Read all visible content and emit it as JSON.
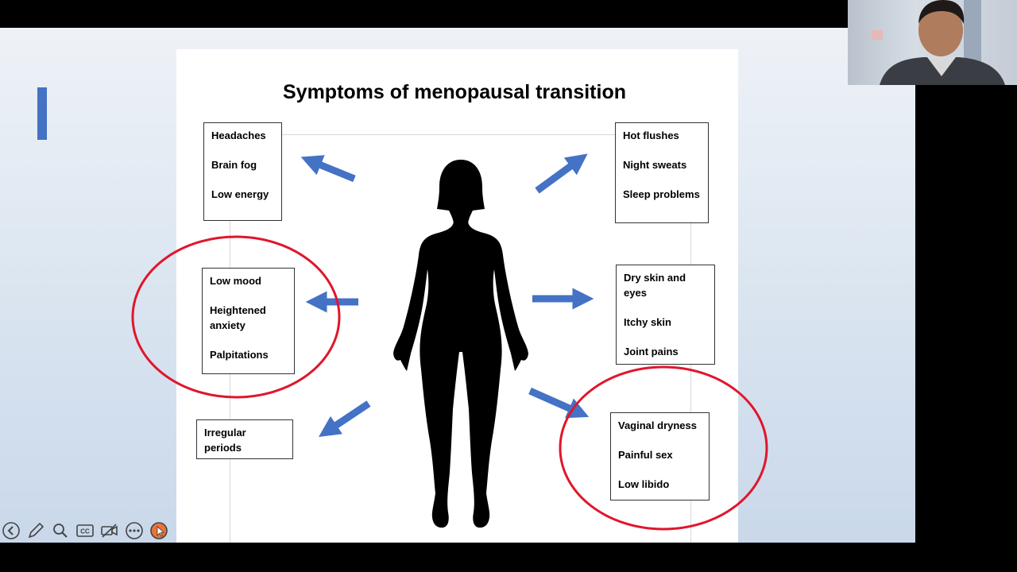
{
  "slide": {
    "title": "Symptoms of menopausal transition",
    "boxes": {
      "top_left": [
        "Headaches",
        "Brain fog",
        "Low energy"
      ],
      "top_right": [
        "Hot flushes",
        "Night sweats",
        "Sleep problems"
      ],
      "mid_left": [
        "Low mood",
        "Heightened anxiety",
        "Palpitations"
      ],
      "mid_right": [
        "Dry skin and eyes",
        "Itchy skin",
        "Joint pains"
      ],
      "bottom_left": [
        "Irregular periods"
      ],
      "bottom_right": [
        "Vaginal dryness",
        "Painful sex",
        "Low libido"
      ]
    }
  },
  "toolbar": {
    "icons": [
      "back-arrow-icon",
      "pen-icon",
      "magnifier-icon",
      "closed-captions-icon",
      "video-camera-icon",
      "more-options-icon",
      "pointer-icon"
    ],
    "cc_label": "CC"
  },
  "colors": {
    "arrow": "#4472c4",
    "circle": "#e0162b",
    "accent_bar": "#4472c4"
  }
}
